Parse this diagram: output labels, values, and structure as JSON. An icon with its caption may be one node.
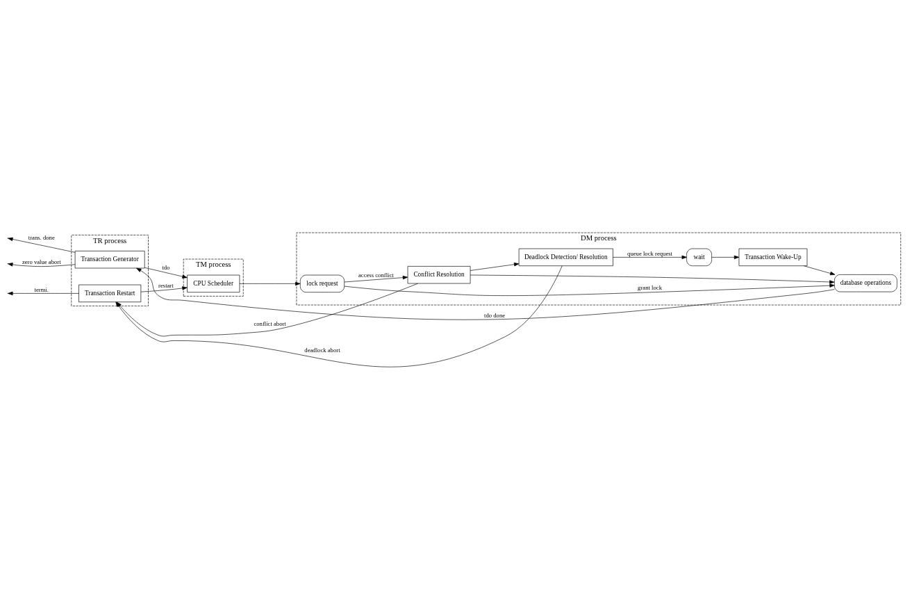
{
  "diagram": {
    "nodes": [
      {
        "text": [
          "TR process"
        ]
      },
      {
        "text": [
          "TM process"
        ]
      },
      {
        "text": [
          "DM process"
        ]
      },
      {
        "text": [
          "Transaction Generator"
        ],
        "in": 0
      },
      {
        "text": [
          "Transaction Restart"
        ],
        "in": 0
      },
      {
        "text": [
          "CPU Scheduler"
        ],
        "in": 1
      },
      {
        "text": [
          "lock request"
        ],
        "in": 2
      },
      {
        "text": [
          "database operations"
        ],
        "in": 2
      },
      {
        "text": [
          "Conflict Resolution"
        ],
        "in": 2
      },
      {
        "text": [
          "Transaction Wake-Up"
        ],
        "in": 2
      },
      {
        "text": [
          "Deadlock Detection/ Resolution"
        ],
        "in": 2
      },
      {
        "text": [
          "wait"
        ],
        "in": 2
      }
    ],
    "edges": [
      {
        "from": 3,
        "to": null,
        "arrow": "to",
        "label": "trans. done"
      },
      {
        "from": 3,
        "to": null,
        "arrow": "to",
        "label": "zero value abort"
      },
      {
        "from": 3,
        "to": 5,
        "arrow": "to",
        "label": "tdo"
      },
      {
        "from": 4,
        "to": 5,
        "arrow": "to",
        "label": "restart"
      },
      {
        "from": 4,
        "to": null,
        "arrow": "to",
        "label": "termi."
      },
      {
        "from": 5,
        "to": 6,
        "arrow": "to"
      },
      {
        "from": 6,
        "to": 7,
        "arrow": "to",
        "label": "grant lock"
      },
      {
        "from": 7,
        "to": 3,
        "arrow": "to",
        "label": "tdo done"
      },
      {
        "from": 6,
        "to": 8,
        "arrow": "to",
        "label": "access conflict"
      },
      {
        "from": 8,
        "to": 7,
        "arrow": "to"
      },
      {
        "from": 8,
        "to": 4,
        "arrow": "to",
        "label": "conflict abort"
      },
      {
        "from": 8,
        "to": 10,
        "arrow": "to"
      },
      {
        "from": 10,
        "to": 4,
        "arrow": "to",
        "label": "deadlock abort"
      },
      {
        "from": 10,
        "to": 11,
        "arrow": "to",
        "label": "queue lock request"
      },
      {
        "from": 11,
        "to": 9,
        "arrow": "to"
      },
      {
        "from": 9,
        "to": 7,
        "arrow": "to"
      }
    ]
  }
}
